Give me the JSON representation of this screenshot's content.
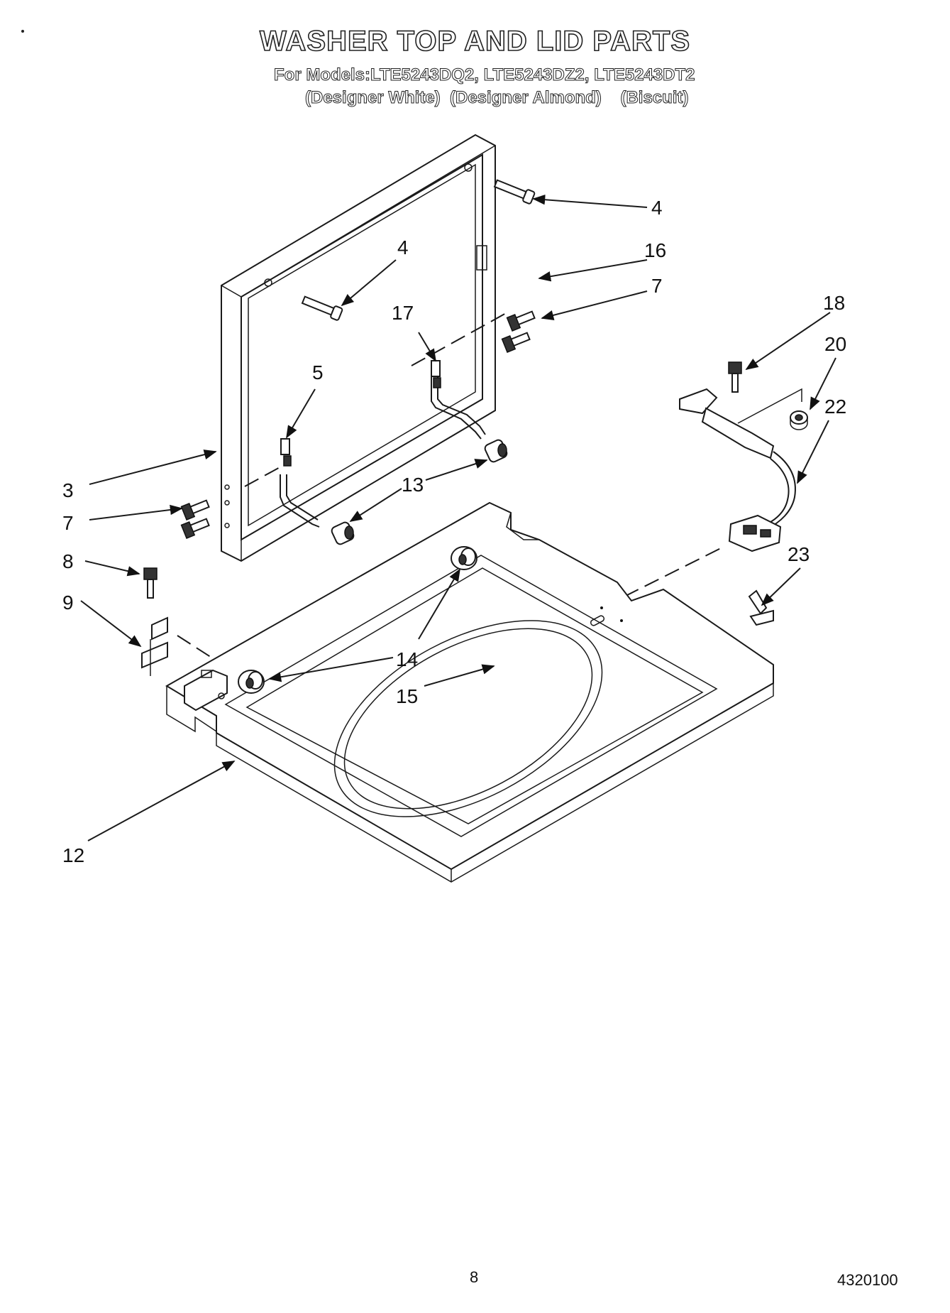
{
  "header": {
    "title": "WASHER TOP AND LID PARTS",
    "models_line": "For Models:LTE5243DQ2, LTE5243DZ2, LTE5243DT2",
    "finish_line": "(Designer White)  (Designer Almond)    (Biscuit)"
  },
  "callouts": [
    {
      "id": "callout-4-top",
      "label": "4"
    },
    {
      "id": "callout-4-left",
      "label": "4"
    },
    {
      "id": "callout-16",
      "label": "16"
    },
    {
      "id": "callout-7-top",
      "label": "7"
    },
    {
      "id": "callout-17",
      "label": "17"
    },
    {
      "id": "callout-18",
      "label": "18"
    },
    {
      "id": "callout-20",
      "label": "20"
    },
    {
      "id": "callout-22",
      "label": "22"
    },
    {
      "id": "callout-5",
      "label": "5"
    },
    {
      "id": "callout-3",
      "label": "3"
    },
    {
      "id": "callout-7-left",
      "label": "7"
    },
    {
      "id": "callout-13",
      "label": "13"
    },
    {
      "id": "callout-8",
      "label": "8"
    },
    {
      "id": "callout-9",
      "label": "9"
    },
    {
      "id": "callout-23",
      "label": "23"
    },
    {
      "id": "callout-14",
      "label": "14"
    },
    {
      "id": "callout-15",
      "label": "15"
    },
    {
      "id": "callout-12",
      "label": "12"
    }
  ],
  "footer": {
    "page_number": "8",
    "document_number": "4320100"
  }
}
